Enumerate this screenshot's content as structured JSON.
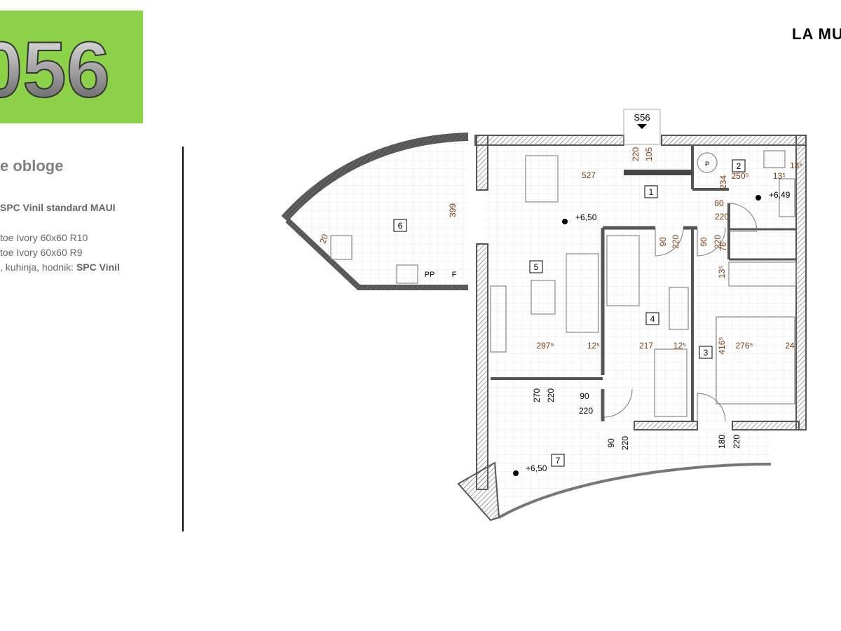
{
  "header": {
    "unit_number": "056",
    "badge_color": "#8bd248",
    "brand": "LA MU"
  },
  "finishes": {
    "title": "e obloge",
    "lines": [
      {
        "text": "SPC Vinil standard MAUI",
        "bold": true
      },
      {
        "text": "toe Ivory 60x60 R10",
        "bold": false
      },
      {
        "text": "toe Ivory 60x60 R9",
        "bold": false
      },
      {
        "text_prefix": ", kuhinja, hodnik: ",
        "text_bold": "SPC Vinil"
      }
    ]
  },
  "plan": {
    "entrance_label": "S56",
    "rooms": [
      "1",
      "2",
      "3",
      "4",
      "5",
      "6",
      "7"
    ],
    "levels": [
      "+6,50",
      "+6,49",
      "+6,50"
    ],
    "fixtures": {
      "pp": "PP",
      "f": "F",
      "p": "P"
    },
    "dimensions": {
      "d527": "527",
      "d399": "399",
      "d20": "20",
      "d220a": "220",
      "d105": "105",
      "d2505": "250⁵",
      "d135a": "13⁵",
      "d135b": "13⁵",
      "d234": "234",
      "d80": "80",
      "d220b": "220",
      "d90a": "90",
      "d220c": "220",
      "d90b": "90",
      "d220d": "220",
      "d76": "76",
      "d135c": "13⁵",
      "d2975": "297⁵",
      "d125a": "12⁵",
      "d217": "217",
      "d125b": "12⁵",
      "d4165": "416⁵",
      "d2765": "276⁵",
      "d24": "24",
      "d270": "270",
      "d220e": "220",
      "d90c": "90",
      "d220f": "220",
      "d90d": "90",
      "d220g": "220",
      "d180": "180",
      "d220h": "220"
    },
    "colors": {
      "wall": "#555555",
      "dim": "#7a3b10",
      "floor_grid": "#e6e6e6"
    }
  }
}
